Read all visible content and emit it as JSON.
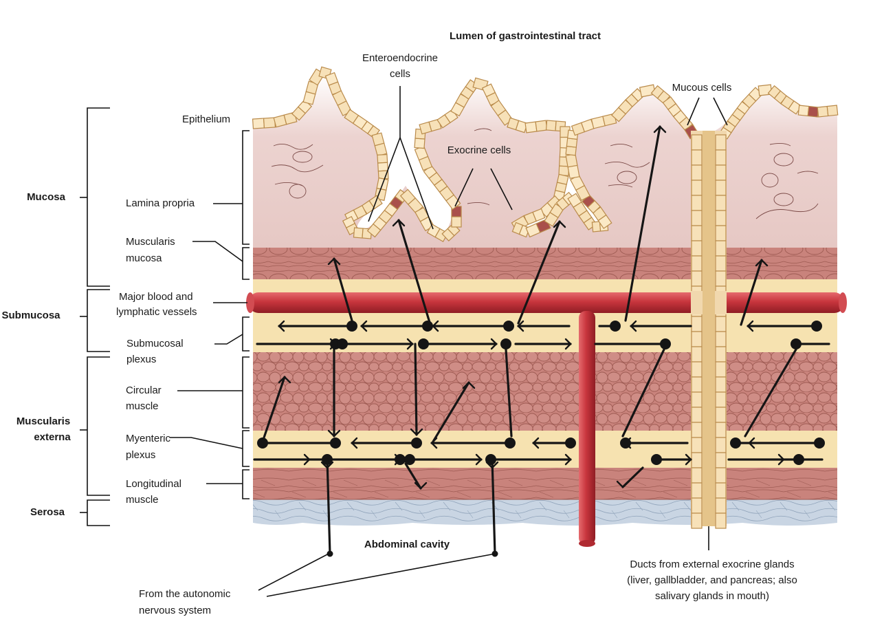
{
  "title": "Lumen of gastrointestinal tract",
  "bottom_label": "Abdominal cavity",
  "layers": [
    {
      "label": "Mucosa",
      "sublayers": [
        "Epithelium",
        "Lamina propria",
        "Muscularis mucosa"
      ]
    },
    {
      "label": "Submucosa",
      "sublayers": [
        "Major blood and lymphatic vessels",
        "Submucosal plexus"
      ]
    },
    {
      "label": "Muscularis externa",
      "sublayers": [
        "Circular muscle",
        "Myenteric plexus",
        "Longitudinal muscle"
      ]
    },
    {
      "label": "Serosa",
      "sublayers": []
    }
  ],
  "labels": {
    "mucosa": "Mucosa",
    "submucosa": "Submucosa",
    "muscularis_externa_1": "Muscularis",
    "muscularis_externa_2": "externa",
    "serosa": "Serosa",
    "epithelium": "Epithelium",
    "lamina_propria": "Lamina propria",
    "muscularis_mucosa_1": "Muscularis",
    "muscularis_mucosa_2": "mucosa",
    "vessels_1": "Major blood and",
    "vessels_2": "lymphatic vessels",
    "submucosal_plexus_1": "Submucosal",
    "submucosal_plexus_2": "plexus",
    "circular_muscle_1": "Circular",
    "circular_muscle_2": "muscle",
    "myenteric_plexus_1": "Myenteric",
    "myenteric_plexus_2": "plexus",
    "longitudinal_muscle_1": "Longitudinal",
    "longitudinal_muscle_2": "muscle",
    "enteroendocrine_1": "Enteroendocrine",
    "enteroendocrine_2": "cells",
    "exocrine": "Exocrine cells",
    "mucous": "Mucous cells",
    "autonomic_1": "From the autonomic",
    "autonomic_2": "nervous system",
    "ducts_1": "Ducts from external exocrine glands",
    "ducts_2": "(liver, gallbladder, and pancreas; also",
    "ducts_3": "salivary glands in mouth)"
  },
  "colors": {
    "lamina_propria": "#e9cfcc",
    "muscle": "#c9837c",
    "muscle_line": "#9d5a52",
    "plexus": "#f6e2b0",
    "serosa": "#c9d5e3",
    "vessel": "#c8353d",
    "epithelial_cell": "#f7e1b8",
    "enteroendocrine_cell": "#a9504b",
    "nerve": "#151515"
  }
}
